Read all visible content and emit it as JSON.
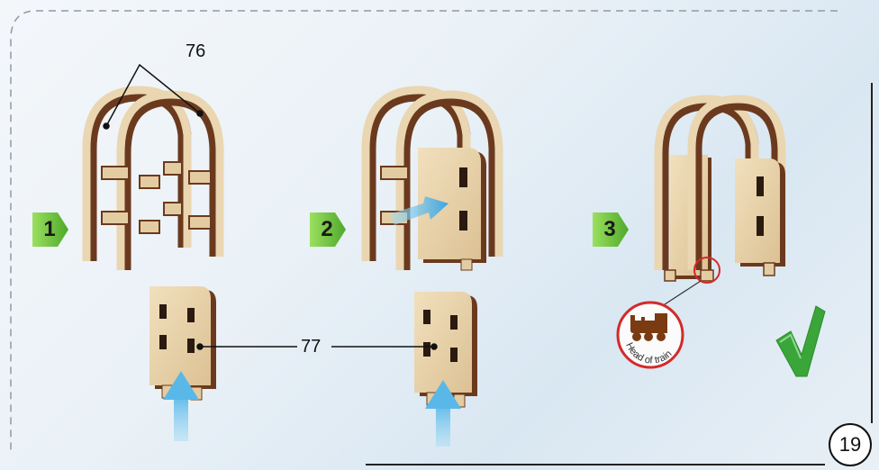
{
  "steps": [
    {
      "number": "1"
    },
    {
      "number": "2"
    },
    {
      "number": "3"
    }
  ],
  "parts": {
    "arch_label": "76",
    "panel_label": "77"
  },
  "stamp": {
    "text": "Head of train"
  },
  "page_number": "19",
  "colors": {
    "wood_face": "#e9d4ad",
    "wood_edge": "#6b3a1e",
    "badge_green": "#6cc23a",
    "arrow_blue": "#6ec6ee",
    "check_green": "#3aa63a",
    "stamp_red": "#d42a2a"
  }
}
